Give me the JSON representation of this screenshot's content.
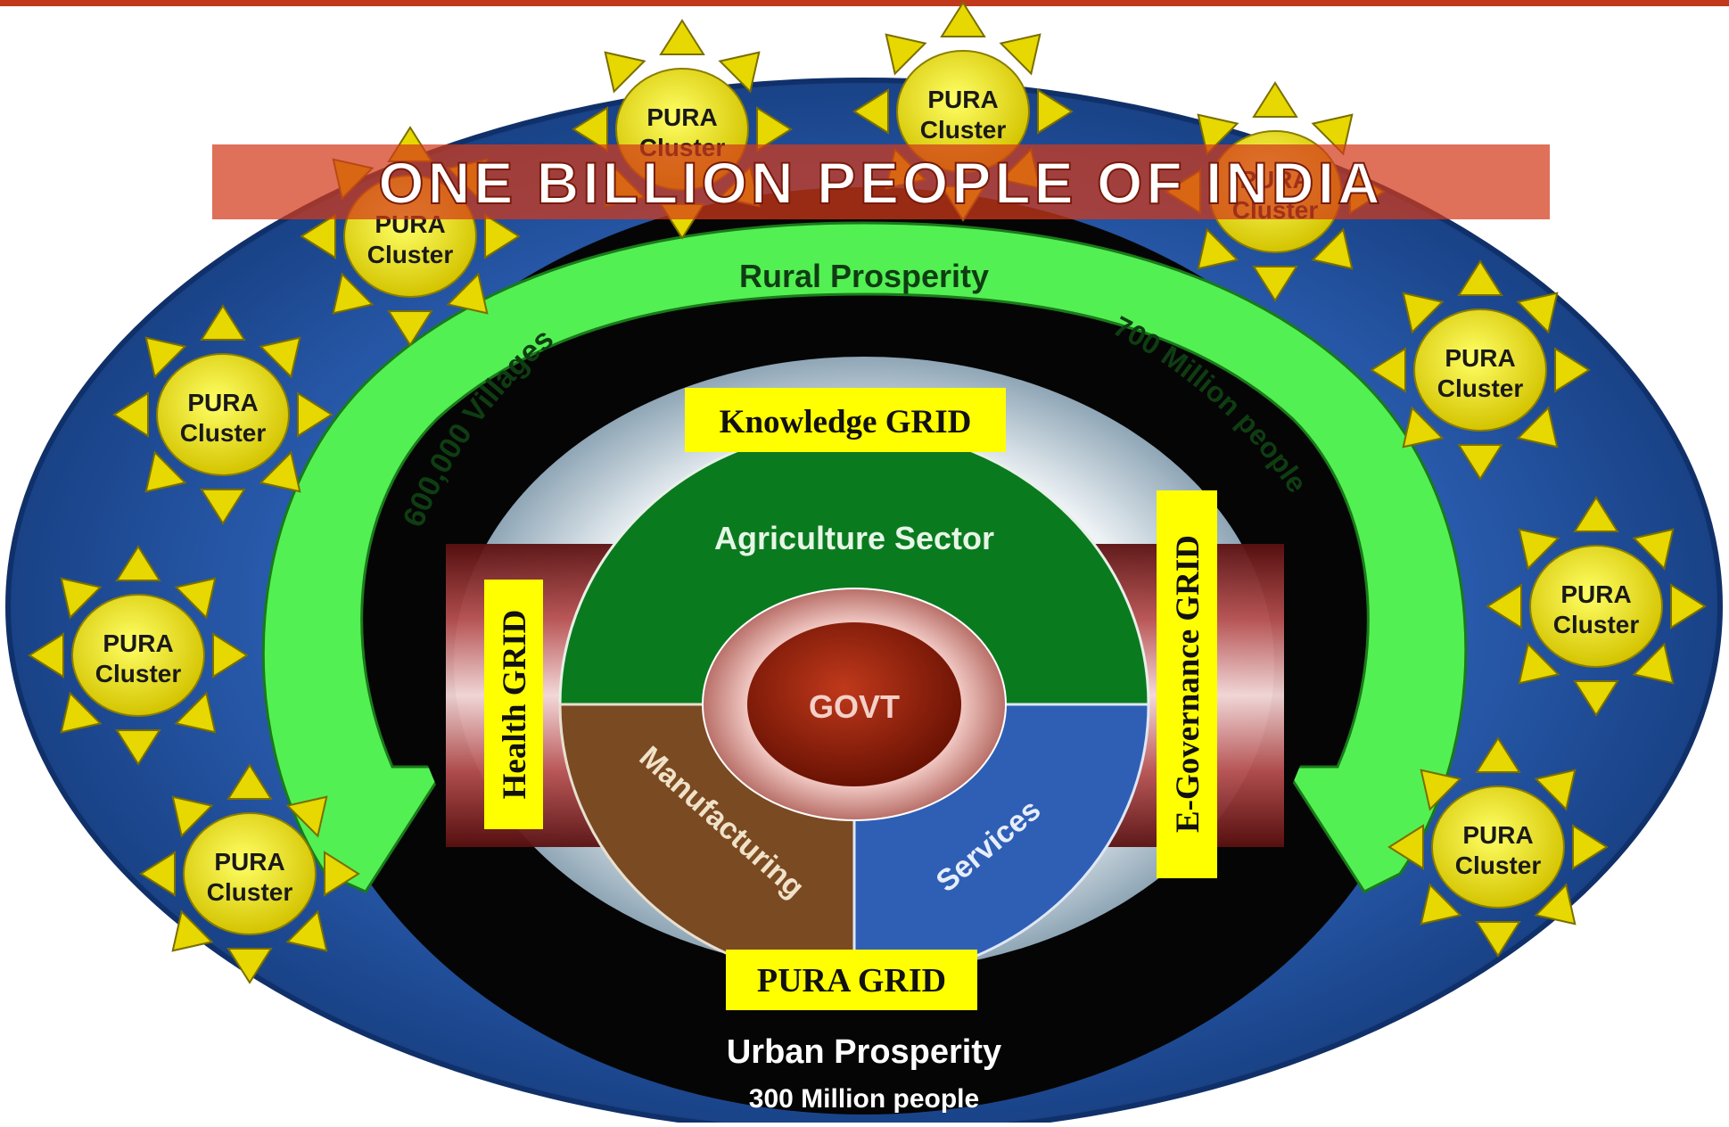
{
  "title": "ONE BILLION PEOPLE OF INDIA",
  "cluster_label": [
    "PURA",
    "Cluster"
  ],
  "clusters_count": 10,
  "rural_ring": {
    "top": "Rural Prosperity",
    "left": "600,000 Villages",
    "right": "700 Million people"
  },
  "urban": {
    "line1": "Urban Prosperity",
    "line2": "300 Million people"
  },
  "grids": {
    "knowledge": "Knowledge GRID",
    "health": "Health GRID",
    "egov": "E-Governance  GRID",
    "pura": "PURA GRID"
  },
  "sectors": {
    "agriculture": "Agriculture Sector",
    "manufacturing": "Manufacturing",
    "services": "Services"
  },
  "core": "GOVT",
  "colors": {
    "top_bar": "#c0391b",
    "outer_blue": "#1f4e9c",
    "green_ring": "#53f053",
    "agri": "#0a7a1f",
    "manufacturing": "#7a4a22",
    "services": "#2f5fb5",
    "govt": "#8a1a0a",
    "grid_label_bg": "#ffff00",
    "sun": "#e6e600"
  }
}
